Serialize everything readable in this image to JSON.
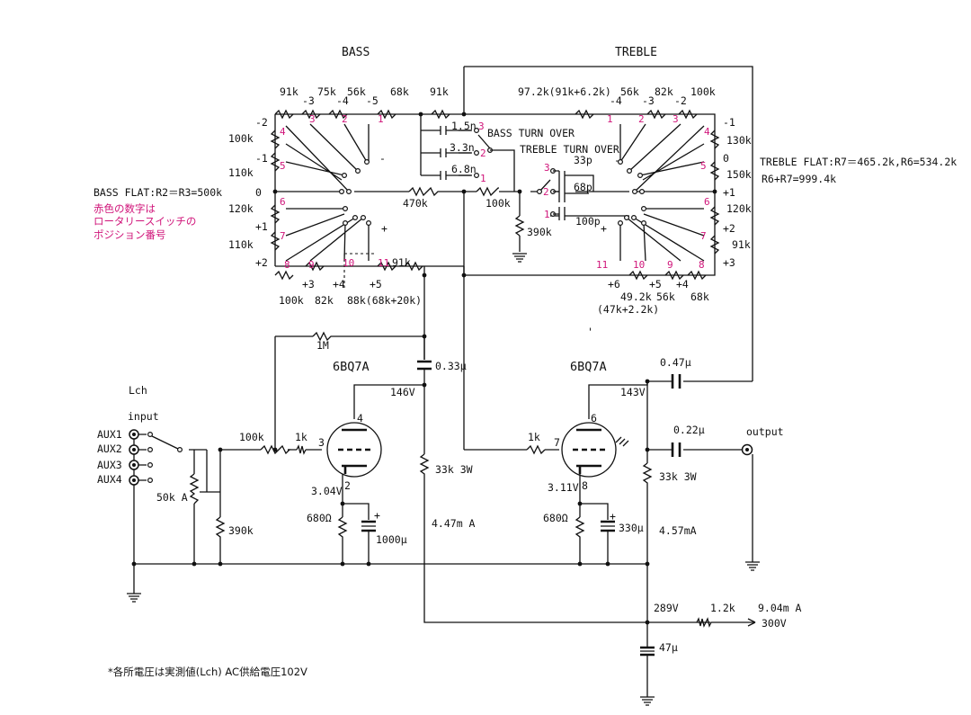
{
  "section_titles": {
    "bass": "BASS",
    "treble": "TREBLE"
  },
  "notes": {
    "bass_flat": "BASS FLAT:R2＝R3=500k",
    "treble_flat": "TREBLE FLAT:R7＝465.2k,R6=534.2k",
    "r6r7": "R6+R7=999.4k",
    "red_note_1": "赤色の数字は",
    "red_note_2": "ロータリースイッチの",
    "red_note_3": "ポジション番号",
    "footnote": "*各所電圧は実測値(Lch) AC供給電圧102V"
  },
  "bass_top_resistors": [
    "91k",
    "75k",
    "56k",
    "68k",
    "91k"
  ],
  "bass_top_positions": [
    "-3",
    "-4",
    "-5"
  ],
  "bass_left_positions": [
    "-2",
    "-1",
    "0",
    "+1",
    "+2"
  ],
  "bass_left_resistors": [
    "100k",
    "110k",
    "120k",
    "110k"
  ],
  "bass_bottom_positions": [
    "+3",
    "+4",
    "+5"
  ],
  "bass_bottom_resistors": [
    "100k",
    "82k",
    "88k(68k+20k)",
    "91k"
  ],
  "bass_switch_numbers": [
    "1",
    "2",
    "3",
    "4",
    "5",
    "6",
    "7",
    "8",
    "9",
    "10",
    "11"
  ],
  "bass_turnover": {
    "label": "BASS TURN OVER",
    "caps": [
      "1.5n",
      "3.3n",
      "6.8n"
    ],
    "positions": [
      "3",
      "2",
      "1"
    ]
  },
  "treble_turnover": {
    "label": "TREBLE TURN OVER",
    "caps": [
      "33p",
      "68p",
      "100p"
    ],
    "positions": [
      "3",
      "2",
      "1"
    ]
  },
  "center_resistors": {
    "r470": "470k",
    "r100": "100k",
    "r390": "390k"
  },
  "treble_top_resistors": [
    "97.2k(91k+6.2k)",
    "56k",
    "82k",
    "100k"
  ],
  "treble_top_positions": [
    "-4",
    "-3",
    "-2"
  ],
  "treble_right_positions": [
    "-1",
    "0",
    "+1",
    "+2",
    "+3"
  ],
  "treble_right_resistors": [
    "130k",
    "150k",
    "120k",
    "91k"
  ],
  "treble_bottom_positions": [
    "+6",
    "+5",
    "+4"
  ],
  "treble_bottom_resistors": [
    "49.2k",
    "(47k+2.2k)",
    "56k",
    "68k"
  ],
  "treble_switch_numbers": [
    "1",
    "2",
    "3",
    "4",
    "5",
    "6",
    "7",
    "8",
    "9",
    "10",
    "11"
  ],
  "signs": {
    "minus": "-",
    "plus": "+"
  },
  "stage1": {
    "tube": "6BQ7A",
    "feedback_r": "1M",
    "coupling_c": "0.33μ",
    "plate_v": "146V",
    "pins": [
      "4",
      "3",
      "2"
    ],
    "grid_r1": "100k",
    "grid_r2": "1k",
    "cathode_v": "3.04V",
    "cathode_r": "680Ω",
    "cathode_c": "1000μ",
    "plate_load": "33k 3W",
    "current": "4.47m A"
  },
  "stage2": {
    "tube": "6BQ7A",
    "coupling_c": "0.47μ",
    "plate_v": "143V",
    "pins": [
      "6",
      "7",
      "8"
    ],
    "grid_r": "1k",
    "cathode_v": "3.11V",
    "cathode_r": "680Ω",
    "cathode_c": "330μ",
    "plate_load": "33k 3W",
    "current": "4.57mA",
    "output_c": "0.22μ",
    "output_label": "output"
  },
  "input": {
    "channel": "Lch",
    "label": "input",
    "aux": [
      "AUX1",
      "AUX2",
      "AUX3",
      "AUX4"
    ],
    "volume": "50k A",
    "shunt_r": "390k"
  },
  "supply": {
    "b_voltage": "289V",
    "dropping_r": "1.2k",
    "current": "9.04m A",
    "source": "300V",
    "filter_c": "47μ"
  },
  "stray_mark": "'"
}
